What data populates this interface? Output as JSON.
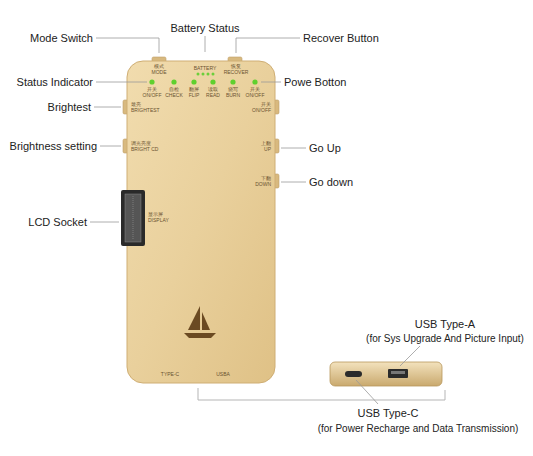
{
  "diagram": {
    "labels": [
      "Mode Switch",
      "Battery Status",
      "Recover Button",
      "Status Indicator",
      "Powe Botton",
      "Brightest",
      "Brightness setting",
      "Go Up",
      "Go down",
      "LCD Socket",
      "USB Type-A",
      "(for Sys Upgrade And Picture Input)",
      "USB Type-C",
      "(for Power Recharge and Data Transmission)",
      "模式",
      "MODE",
      "BATTERY",
      "恢复",
      "RECOVER",
      "开关",
      "ON/OFF",
      "自检",
      "CHECK",
      "翻屏",
      "FLIP",
      "读取",
      "READ",
      "烧写",
      "BURN",
      "开关",
      "ON/OFF",
      "最亮",
      "BRIGHTEST",
      "调光亮度",
      "BRIGHT CD",
      "开关",
      "ON/OFF",
      "上翻",
      "UP",
      "下翻",
      "DOWN",
      "显示屏",
      "DISPLAY",
      "TYPE-C",
      "USBA"
    ]
  }
}
